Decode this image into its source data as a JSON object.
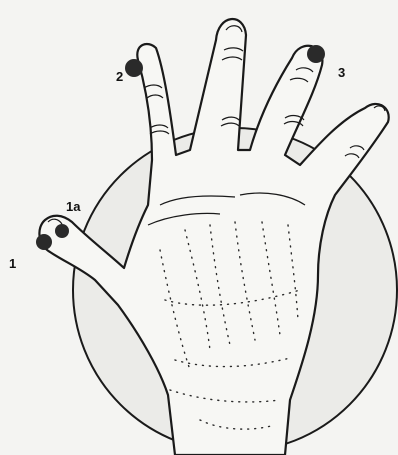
{
  "figure": {
    "labels": {
      "one": "1",
      "one_a": "1a",
      "two": "2",
      "three": "3"
    },
    "colors": {
      "ink": "#1a1a1a",
      "dot": "#2a2a2a",
      "paper": "#f4f4f2",
      "circle_fill": "#ebebe8"
    }
  }
}
